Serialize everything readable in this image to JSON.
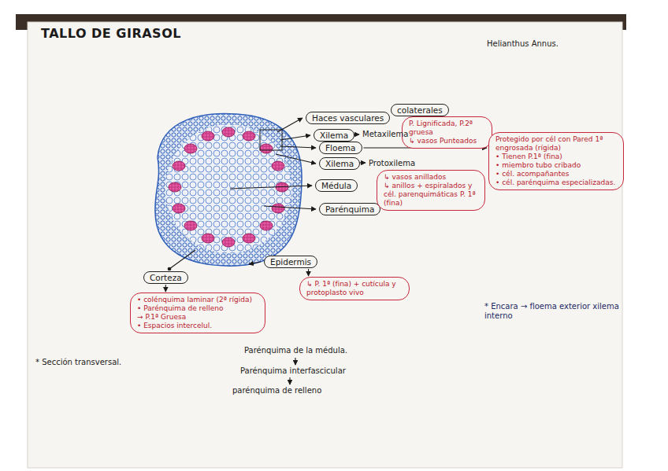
{
  "diagram": {
    "title": "TALLO DE GIRASOL",
    "nodes": [
      {
        "text": [
          "Haces vasculares"
        ]
      },
      {
        "text": [
          "colaterales"
        ]
      },
      {
        "text": [
          "Xilema"
        ]
      },
      {
        "text": [
          "Floema"
        ]
      },
      {
        "text": [
          "Xilema"
        ]
      },
      {
        "text": [
          "Médula"
        ]
      },
      {
        "text": [
          "Parénquima"
        ]
      },
      {
        "text": [
          "Epidermis"
        ]
      },
      {
        "text": [
          "Corteza"
        ]
      },
      {
        "text": [
          "P. Lignificada, P.2ª gruesa",
          "↳ vasos Punteados"
        ]
      },
      {
        "text": [
          "Protegido por cél con Pared 1ª engrosada (rígida)",
          "• Tienen P.1ª (fina)",
          "• miembro tubo cribado",
          "• cél. acompañantes",
          "• cél. parénquima especializadas."
        ]
      },
      {
        "text": [
          "↳ vasos anillados",
          "↳ anillos + espiralados y cél. parenquimáticas P. 1ª (fina)"
        ]
      },
      {
        "text": [
          "• colénquima laminar (2ª rígida)",
          "• Parénquima de relleno",
          "→ P.1ª Gruesa",
          "• Espacios intercelul."
        ]
      },
      {
        "text": [
          "↳ P. 1ª (fina) + cutícula y protoplasto vivo"
        ]
      }
    ],
    "edges": [
      {
        "from": 3,
        "to": 10,
        "arrow": "to"
      },
      {
        "from": 8,
        "to": 12,
        "arrow": "to"
      },
      {
        "from": 7,
        "to": 13,
        "arrow": "to"
      }
    ],
    "labels": [
      "Helianthus Annus.",
      "Metaxilema",
      "Protoxilema",
      "* Encara → floema exterior xilema interno",
      "* Sección transversal.",
      "Parénquima de la médula.",
      "Parénquima interfascicular",
      "parénquima de relleno"
    ]
  }
}
